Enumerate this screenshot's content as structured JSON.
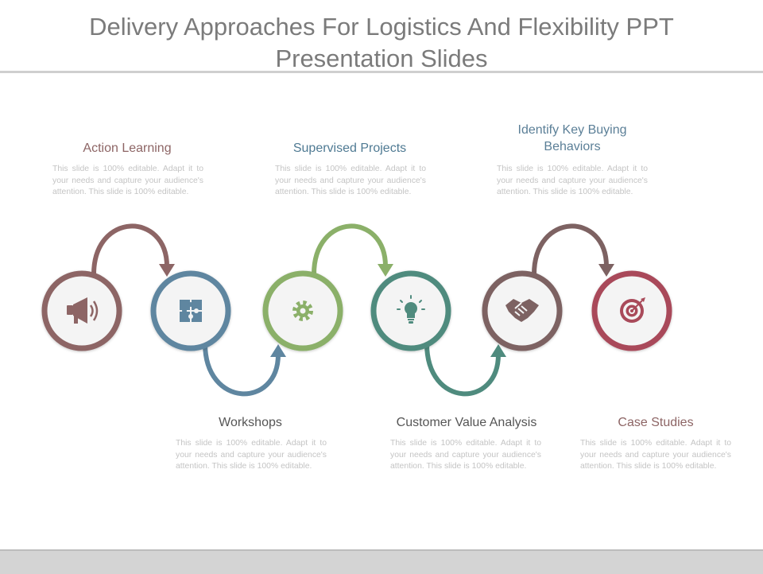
{
  "slide": {
    "title": "Delivery Approaches For Logistics And Flexibility PPT Presentation Slides"
  },
  "steps": [
    {
      "heading": "Action Learning",
      "description": "This slide is 100% editable. Adapt it to your needs and capture your audience's attention. This slide is 100% editable.",
      "icon": "megaphone-icon",
      "color": "#8d6565",
      "heading_color": "#8d6565"
    },
    {
      "heading": "Workshops",
      "description": "This slide is 100% editable. Adapt it to your needs and capture your audience's attention. This slide is 100% editable.",
      "icon": "puzzle-icon",
      "color": "#5f86a0",
      "heading_color": "#555555"
    },
    {
      "heading": "Supervised Projects",
      "description": "This slide is 100% editable. Adapt it to your needs and capture your audience's attention. This slide is 100% editable.",
      "icon": "gear-icon",
      "color": "#8bb069",
      "heading_color": "#4f7a93"
    },
    {
      "heading": "Customer Value Analysis",
      "description": "This slide is 100% editable. Adapt it to your needs and capture your audience's attention. This slide is 100% editable.",
      "icon": "lightbulb-icon",
      "color": "#4f8b7e",
      "heading_color": "#555555"
    },
    {
      "heading": "Identify Key Buying Behaviors",
      "description": "This slide is 100% editable. Adapt it to your needs and capture your audience's attention. This slide is 100% editable.",
      "icon": "handshake-icon",
      "color": "#7d6262",
      "heading_color": "#5b7f97"
    },
    {
      "heading": "Case Studies",
      "description": "This slide is 100% editable. Adapt it to your needs and capture your audience's attention. This slide is 100% editable.",
      "icon": "target-icon",
      "color": "#a94a5a",
      "heading_color": "#8d6565"
    }
  ]
}
